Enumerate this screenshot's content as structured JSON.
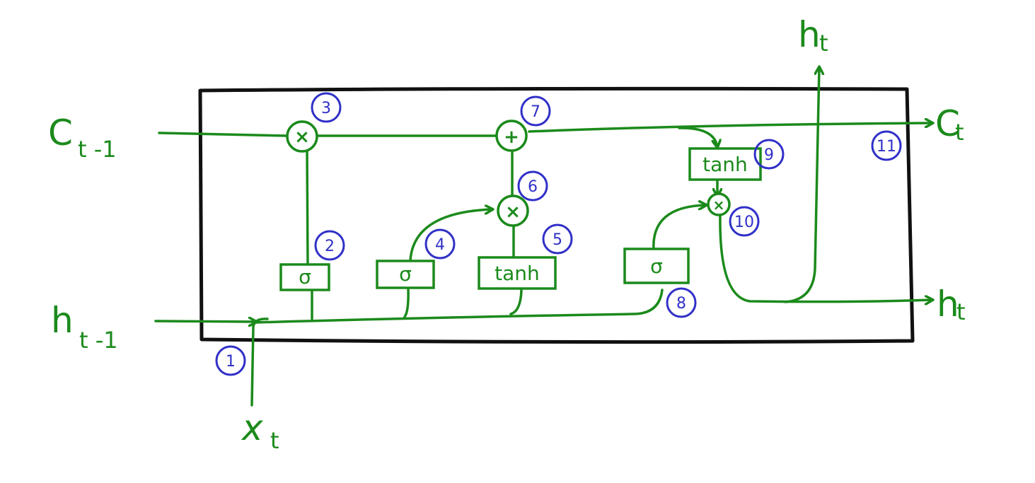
{
  "colors": {
    "wire": "#1b8a1b",
    "frame": "#111111",
    "badge": "#3030c8",
    "background": "#ffffff"
  },
  "inputs": {
    "c_prev": {
      "main": "C",
      "sub": "t -1"
    },
    "h_prev": {
      "main": "h",
      "sub": "t -1"
    },
    "x_t": {
      "main": "x",
      "sub": "t"
    }
  },
  "outputs": {
    "c_t": {
      "main": "C",
      "sub": "t"
    },
    "h_t_right": {
      "main": "h",
      "sub": "t"
    },
    "h_t_top": {
      "main": "h",
      "sub": "t"
    }
  },
  "gates": {
    "forget": "σ",
    "input": "σ",
    "candidate": "tanh",
    "output": "σ",
    "cell_tanh": "tanh"
  },
  "ops": {
    "forget_mult": "×",
    "cell_add": "+",
    "input_mult": "×",
    "output_mult": "×"
  },
  "steps": [
    "1",
    "2",
    "3",
    "4",
    "5",
    "6",
    "7",
    "8",
    "9",
    "10",
    "11"
  ]
}
